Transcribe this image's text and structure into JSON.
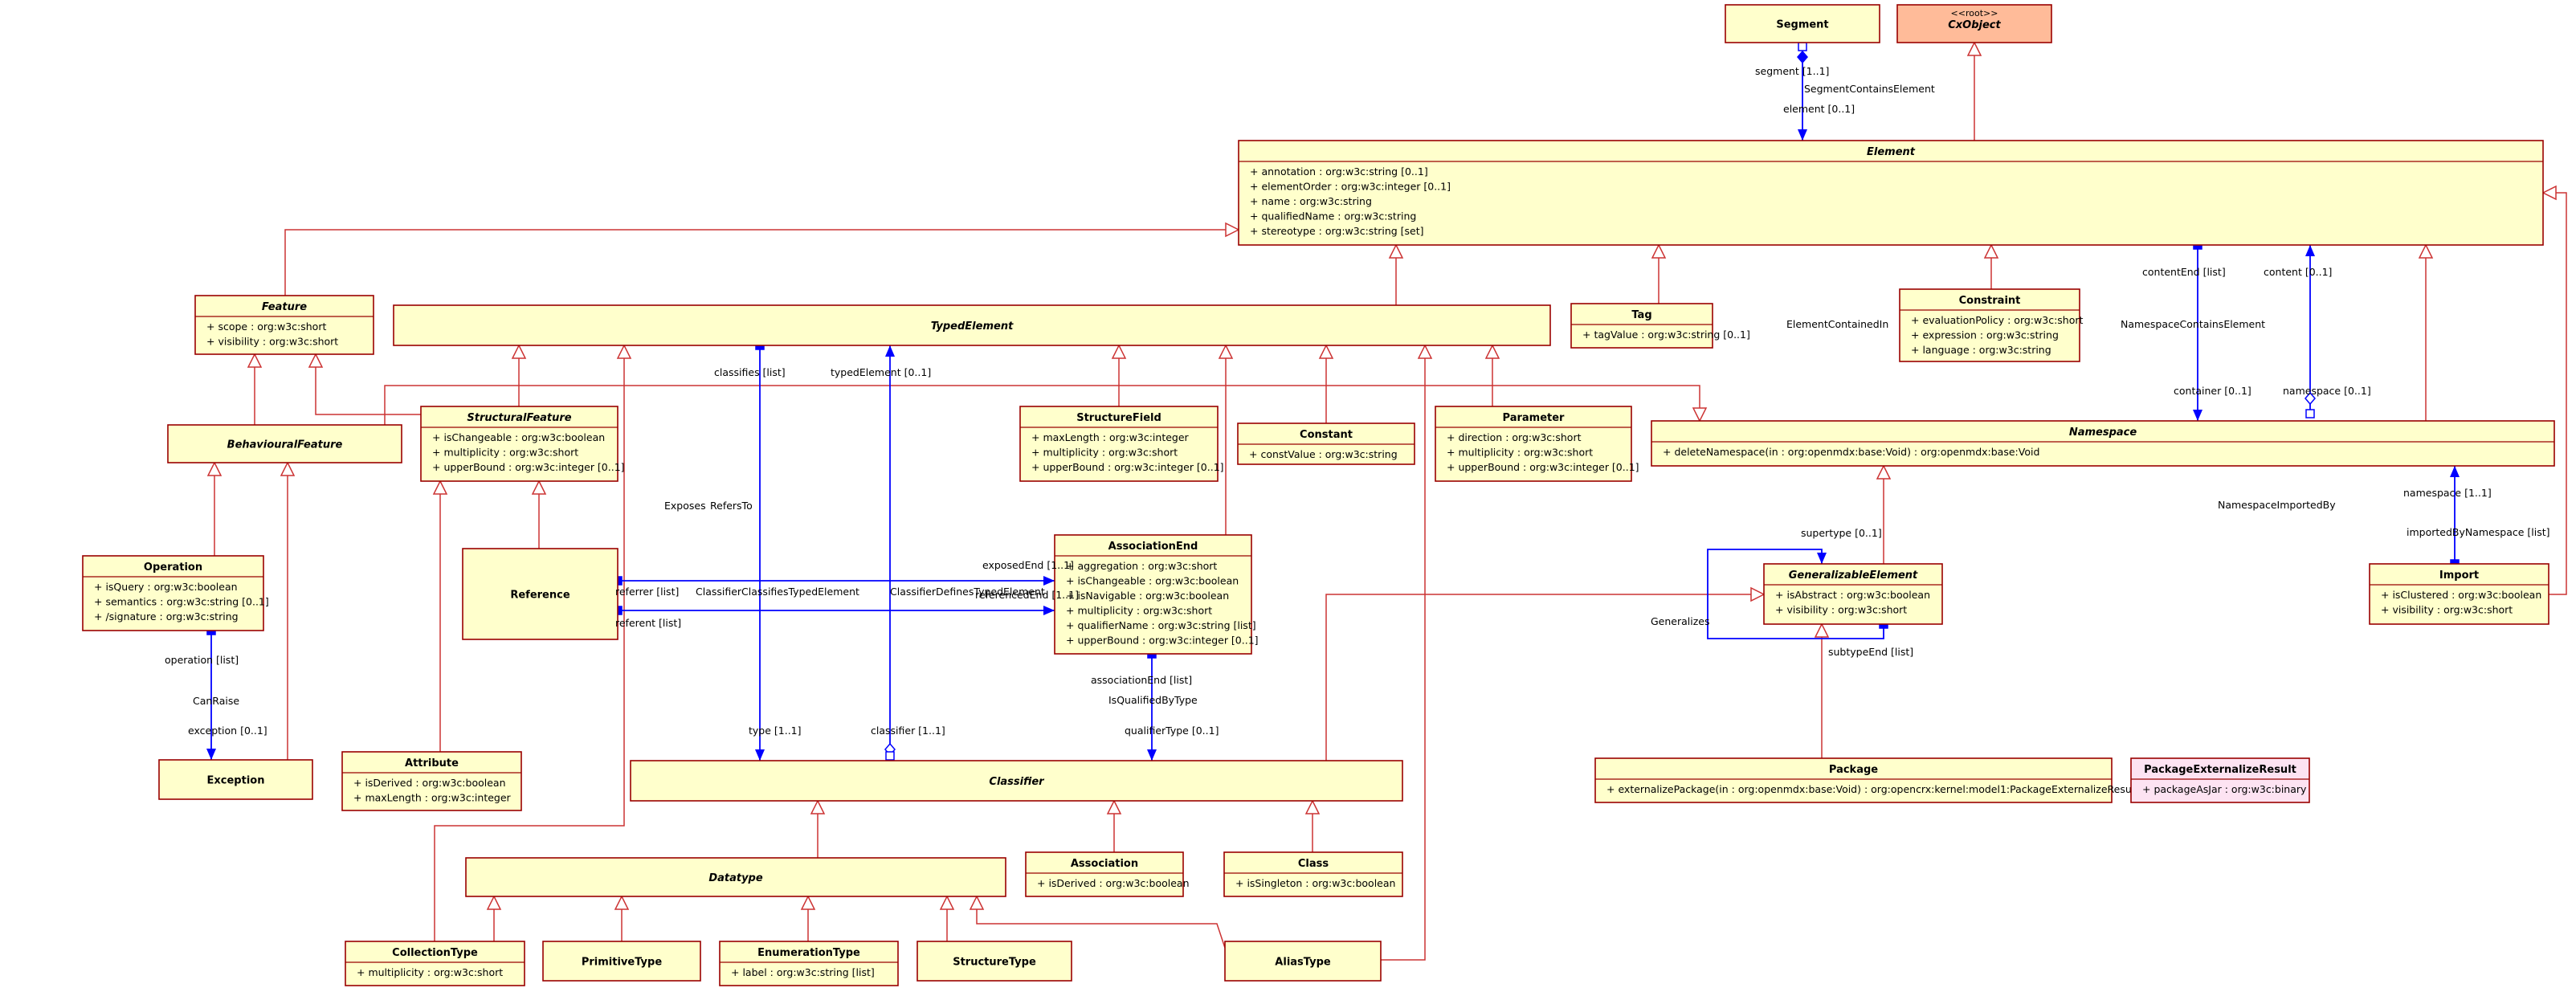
{
  "classes": [
    {
      "id": "segment",
      "name": "Segment",
      "abstract": false,
      "attrs": []
    },
    {
      "id": "cxobject",
      "name": "CxObject",
      "stereotype": "<<root>>",
      "abstract": true,
      "attrs": []
    },
    {
      "id": "element",
      "name": "Element",
      "abstract": true,
      "attrs": [
        "+ annotation : org:w3c:string [0..1]",
        "+ elementOrder : org:w3c:integer [0..1]",
        "+ name : org:w3c:string",
        "+ qualifiedName : org:w3c:string",
        "+ stereotype : org:w3c:string [set]"
      ]
    },
    {
      "id": "feature",
      "name": "Feature",
      "abstract": true,
      "attrs": [
        "+ scope : org:w3c:short",
        "+ visibility : org:w3c:short"
      ]
    },
    {
      "id": "typedelement",
      "name": "TypedElement",
      "abstract": true,
      "attrs": []
    },
    {
      "id": "tag",
      "name": "Tag",
      "abstract": false,
      "attrs": [
        "+ tagValue : org:w3c:string [0..1]"
      ]
    },
    {
      "id": "constraint",
      "name": "Constraint",
      "abstract": false,
      "attrs": [
        "+ evaluationPolicy : org:w3c:short",
        "+ expression : org:w3c:string",
        "+ language : org:w3c:string"
      ]
    },
    {
      "id": "behaviouralfeature",
      "name": "BehaviouralFeature",
      "abstract": true,
      "attrs": []
    },
    {
      "id": "structuralfeature",
      "name": "StructuralFeature",
      "abstract": true,
      "attrs": [
        "+ isChangeable : org:w3c:boolean",
        "+ multiplicity : org:w3c:short",
        "+ upperBound : org:w3c:integer [0..1]"
      ]
    },
    {
      "id": "structurefield",
      "name": "StructureField",
      "abstract": false,
      "attrs": [
        "+ maxLength : org:w3c:integer",
        "+ multiplicity : org:w3c:short",
        "+ upperBound : org:w3c:integer [0..1]"
      ]
    },
    {
      "id": "constant",
      "name": "Constant",
      "abstract": false,
      "attrs": [
        "+ constValue : org:w3c:string"
      ]
    },
    {
      "id": "parameter",
      "name": "Parameter",
      "abstract": false,
      "attrs": [
        "+ direction : org:w3c:short",
        "+ multiplicity : org:w3c:short",
        "+ upperBound : org:w3c:integer [0..1]"
      ]
    },
    {
      "id": "namespace",
      "name": "Namespace",
      "abstract": true,
      "attrs": [
        "+ deleteNamespace(in : org:openmdx:base:Void) : org:openmdx:base:Void"
      ]
    },
    {
      "id": "operation",
      "name": "Operation",
      "abstract": false,
      "attrs": [
        "+ isQuery : org:w3c:boolean",
        "+ semantics : org:w3c:string [0..1]",
        "+ /signature : org:w3c:string"
      ]
    },
    {
      "id": "reference",
      "name": "Reference",
      "abstract": false,
      "attrs": []
    },
    {
      "id": "associationend",
      "name": "AssociationEnd",
      "abstract": false,
      "attrs": [
        "+ aggregation : org:w3c:short",
        "+ isChangeable : org:w3c:boolean",
        "+ isNavigable : org:w3c:boolean",
        "+ multiplicity : org:w3c:short",
        "+ qualifierName : org:w3c:string [list]",
        "+ upperBound : org:w3c:integer [0..1]"
      ]
    },
    {
      "id": "generalizableelement",
      "name": "GeneralizableElement",
      "abstract": true,
      "attrs": [
        "+ isAbstract : org:w3c:boolean",
        "+ visibility : org:w3c:short"
      ]
    },
    {
      "id": "import",
      "name": "Import",
      "abstract": false,
      "attrs": [
        "+ isClustered : org:w3c:boolean",
        "+ visibility : org:w3c:short"
      ]
    },
    {
      "id": "exception",
      "name": "Exception",
      "abstract": false,
      "attrs": []
    },
    {
      "id": "attribute",
      "name": "Attribute",
      "abstract": false,
      "attrs": [
        "+ isDerived : org:w3c:boolean",
        "+ maxLength : org:w3c:integer"
      ]
    },
    {
      "id": "classifier",
      "name": "Classifier",
      "abstract": true,
      "attrs": []
    },
    {
      "id": "package",
      "name": "Package",
      "abstract": false,
      "attrs": [
        "+ externalizePackage(in : org:openmdx:base:Void) : org:opencrx:kernel:model1:PackageExternalizeResult"
      ]
    },
    {
      "id": "packageexternalizeresult",
      "name": "PackageExternalizeResult",
      "abstract": false,
      "attrs": [
        "+ packageAsJar : org:w3c:binary"
      ]
    },
    {
      "id": "datatype",
      "name": "Datatype",
      "abstract": true,
      "attrs": []
    },
    {
      "id": "association",
      "name": "Association",
      "abstract": false,
      "attrs": [
        "+ isDerived : org:w3c:boolean"
      ]
    },
    {
      "id": "class",
      "name": "Class",
      "abstract": false,
      "attrs": [
        "+ isSingleton : org:w3c:boolean"
      ]
    },
    {
      "id": "collectiontype",
      "name": "CollectionType",
      "abstract": false,
      "attrs": [
        "+ multiplicity : org:w3c:short"
      ]
    },
    {
      "id": "primitivetype",
      "name": "PrimitiveType",
      "abstract": false,
      "attrs": []
    },
    {
      "id": "enumerationtype",
      "name": "EnumerationType",
      "abstract": false,
      "attrs": [
        "+ label : org:w3c:string [list]"
      ]
    },
    {
      "id": "structuretype",
      "name": "StructureType",
      "abstract": false,
      "attrs": []
    },
    {
      "id": "aliastype",
      "name": "AliasType",
      "abstract": false,
      "attrs": []
    }
  ],
  "generalizations": [
    {
      "child": "segment",
      "parent": "cxobject",
      "shown": false
    },
    {
      "child": "element",
      "parent": "cxobject"
    },
    {
      "child": "feature",
      "parent": "element"
    },
    {
      "child": "typedelement",
      "parent": "element"
    },
    {
      "child": "tag",
      "parent": "element"
    },
    {
      "child": "constraint",
      "parent": "element"
    },
    {
      "child": "namespace",
      "parent": "element"
    },
    {
      "child": "import",
      "parent": "element"
    },
    {
      "child": "behaviouralfeature",
      "parent": "feature"
    },
    {
      "child": "structuralfeature",
      "parent": "feature"
    },
    {
      "child": "structuralfeature",
      "parent": "typedelement"
    },
    {
      "child": "structurefield",
      "parent": "typedelement"
    },
    {
      "child": "constant",
      "parent": "typedelement"
    },
    {
      "child": "parameter",
      "parent": "typedelement"
    },
    {
      "child": "associationend",
      "parent": "typedelement"
    },
    {
      "child": "collectiontype",
      "parent": "typedelement"
    },
    {
      "child": "aliastype",
      "parent": "typedelement"
    },
    {
      "child": "behaviouralfeature",
      "parent": "namespace"
    },
    {
      "child": "operation",
      "parent": "behaviouralfeature"
    },
    {
      "child": "exception",
      "parent": "behaviouralfeature"
    },
    {
      "child": "reference",
      "parent": "structuralfeature"
    },
    {
      "child": "attribute",
      "parent": "structuralfeature"
    },
    {
      "child": "generalizableelement",
      "parent": "namespace"
    },
    {
      "child": "package",
      "parent": "generalizableelement"
    },
    {
      "child": "classifier",
      "parent": "generalizableelement"
    },
    {
      "child": "datatype",
      "parent": "classifier"
    },
    {
      "child": "association",
      "parent": "classifier"
    },
    {
      "child": "class",
      "parent": "classifier"
    },
    {
      "child": "collectiontype",
      "parent": "datatype"
    },
    {
      "child": "primitivetype",
      "parent": "datatype"
    },
    {
      "child": "enumerationtype",
      "parent": "datatype"
    },
    {
      "child": "structuretype",
      "parent": "datatype"
    },
    {
      "child": "aliastype",
      "parent": "datatype"
    }
  ],
  "associations": [
    {
      "id": "segment-contains-element",
      "name": "SegmentContainsElement",
      "ends": [
        "segment [1..1]",
        "element [0..1]"
      ]
    },
    {
      "id": "element-contained-in",
      "name": "ElementContainedIn",
      "ends": []
    },
    {
      "id": "namespace-contains-element",
      "name": "NamespaceContainsElement",
      "ends": [
        "contentEnd [list]",
        "content [0..1]",
        "container [0..1]",
        "namespace [0..1]"
      ]
    },
    {
      "id": "classifier-classifies-typed-element",
      "name": "ClassifierClassifiesTypedElement",
      "ends": [
        "classifies [list]",
        "type [1..1]"
      ]
    },
    {
      "id": "classifier-defines-typed-element",
      "name": "ClassifierDefinesTypedElement",
      "ends": [
        "typedElement [0..1]",
        "classifier [1..1]"
      ]
    },
    {
      "id": "exposes",
      "name": "Exposes",
      "ends": [
        "referrer [list]",
        "exposedEnd [1..1]"
      ]
    },
    {
      "id": "refers-to",
      "name": "RefersTo",
      "ends": [
        "referent [list]",
        "referencedEnd [1..1]"
      ]
    },
    {
      "id": "can-raise",
      "name": "CanRaise",
      "ends": [
        "operation [list]",
        "exception [0..1]"
      ]
    },
    {
      "id": "is-qualified-by-type",
      "name": "IsQualifiedByType",
      "ends": [
        "associationEnd [list]",
        "qualifierType [0..1]"
      ]
    },
    {
      "id": "generalizes",
      "name": "Generalizes",
      "ends": [
        "supertype [0..1]",
        "subtypeEnd [list]"
      ]
    },
    {
      "id": "namespace-imported-by",
      "name": "NamespaceImportedBy",
      "ends": [
        "namespace [1..1]",
        "importedByNamespace [list]"
      ]
    }
  ]
}
